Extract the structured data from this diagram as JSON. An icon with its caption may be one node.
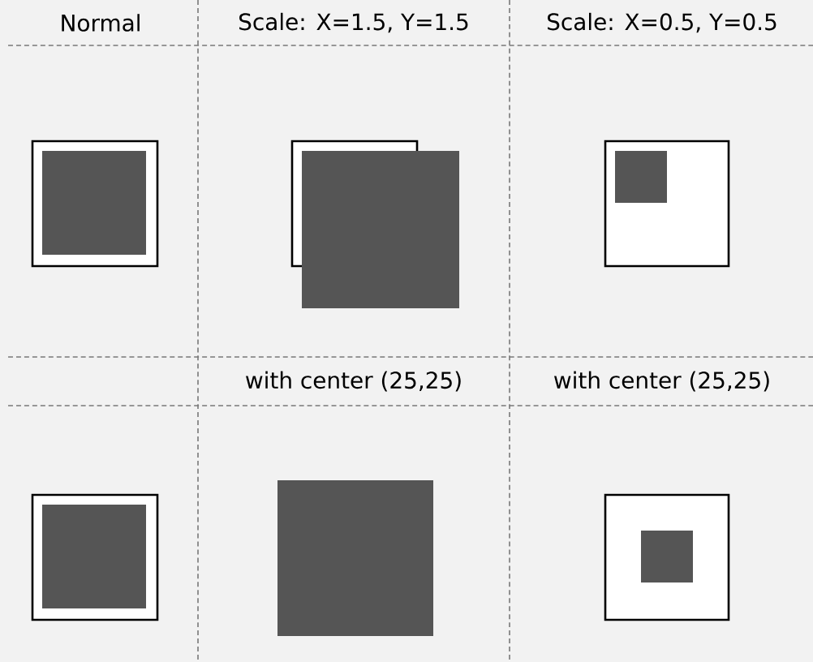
{
  "diagram": {
    "labels": [
      "Normal",
      "Scale: X=1.5, Y=1.5",
      "Scale: X=0.5, Y=0.5",
      "with center (25,25)",
      "with center (25,25)"
    ]
  }
}
